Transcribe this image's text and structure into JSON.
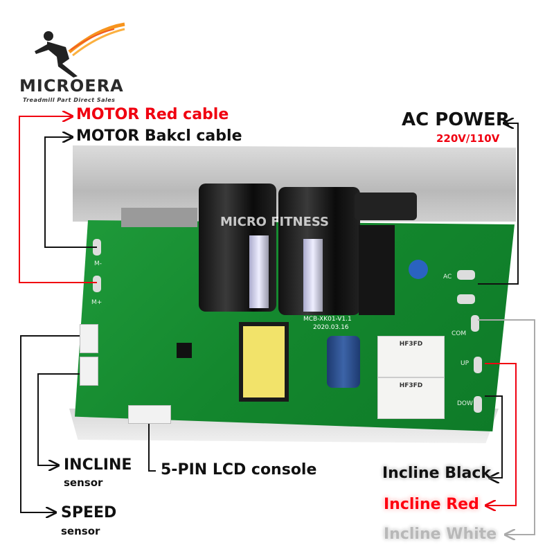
{
  "brand": {
    "name": "MICROERA",
    "tagline": "Treadmill Part Direct Sales"
  },
  "labels": {
    "motor_red": "MOTOR Red cable",
    "motor_black": "MOTOR Bakcl cable",
    "ac_power": "AC POWER",
    "ac_voltage": "220V/110V",
    "incline_sensor": "INCLINE",
    "incline_sensor_sub": "sensor",
    "speed_sensor": "SPEED",
    "speed_sensor_sub": "sensor",
    "lcd_console": "5-PIN LCD console",
    "incline_black": "Incline Black",
    "incline_red": "Incline Red",
    "incline_white": "Incline White"
  },
  "board": {
    "watermark": "MICRO FITNESS",
    "model": "MCB-XK01-V1.1",
    "date": "2020.03.16",
    "relay": "HF3FD",
    "m_minus": "M-",
    "m_plus": "M+",
    "ac": "AC",
    "com": "COM",
    "up": "UP",
    "down": "DOW"
  },
  "colors": {
    "red": "#f00010",
    "pcb": "#13862d",
    "gray_line": "#aaaaaa"
  }
}
